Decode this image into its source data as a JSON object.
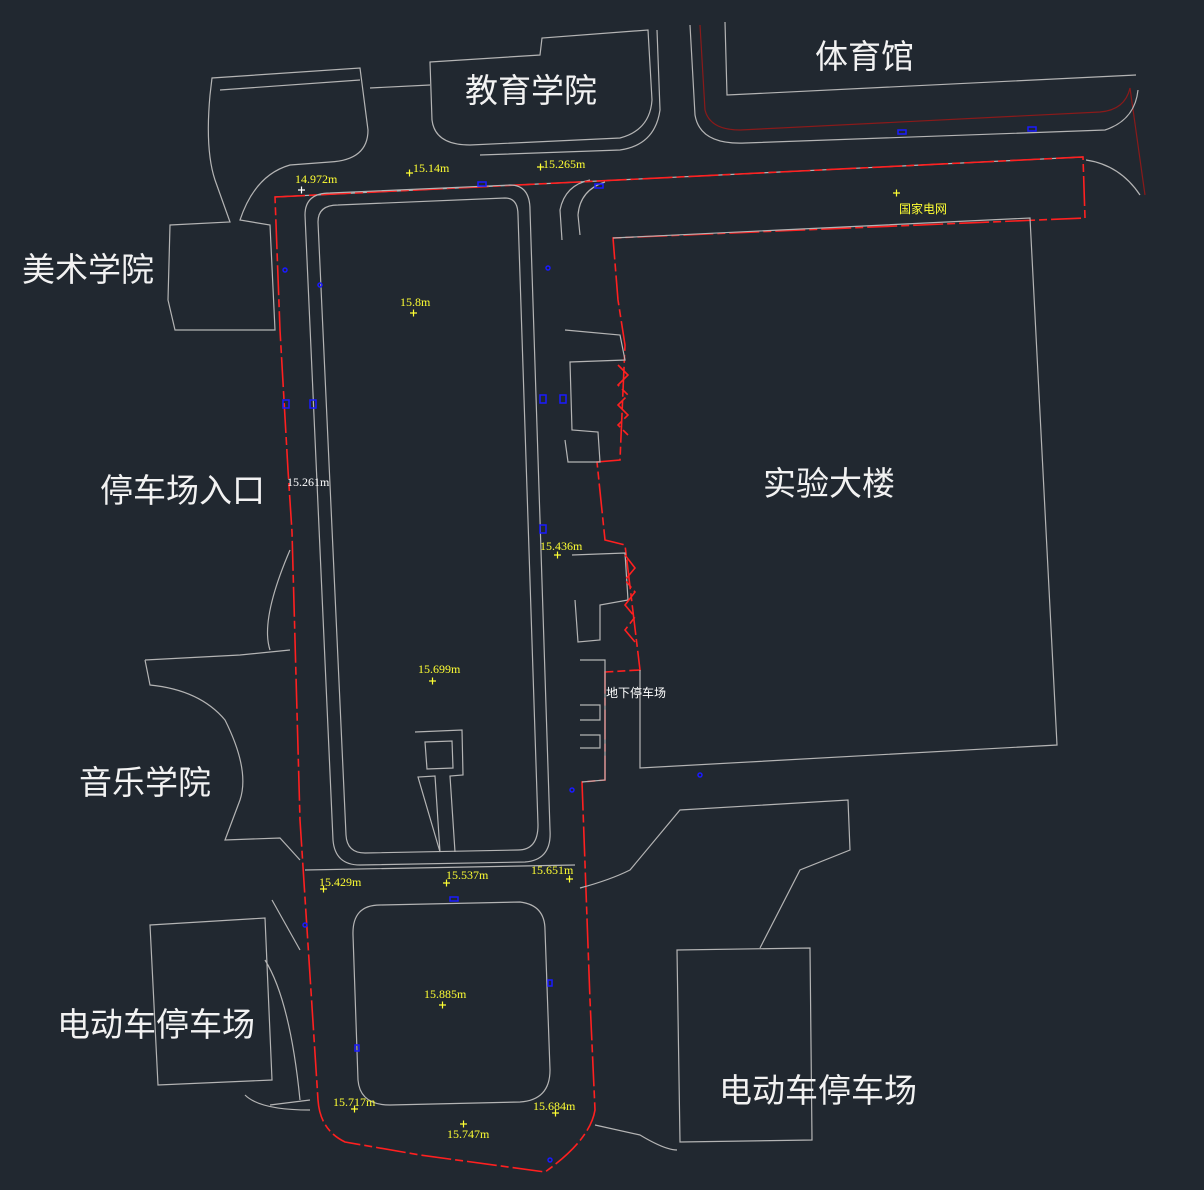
{
  "buildings": {
    "education": "教育学院",
    "gym": "体育馆",
    "fine_arts": "美术学院",
    "parking_entrance": "停车场入口",
    "lab_building": "实验大楼",
    "music": "音乐学院",
    "ebike_parking_left": "电动车停车场",
    "ebike_parking_right": "电动车停车场"
  },
  "annotations": {
    "state_grid": "国家电网",
    "underground_parking": "地下停车场"
  },
  "elevations": {
    "e1": "14.972m",
    "e2": "15.14m",
    "e3": "15.265m",
    "e4": "15.8m",
    "e5": "15.261m",
    "e6": "15.436m",
    "e7": "15.699m",
    "e8": "15.429m",
    "e9": "15.537m",
    "e10": "15.651m",
    "e11": "15.885m",
    "e12": "15.717m",
    "e13": "15.747m",
    "e14": "15.684m"
  },
  "colors": {
    "background": "#212830",
    "boundary": "#ff2020",
    "lines": "#b4b4b4",
    "elevation_text": "#ffff33",
    "features": "#1a1aff"
  }
}
